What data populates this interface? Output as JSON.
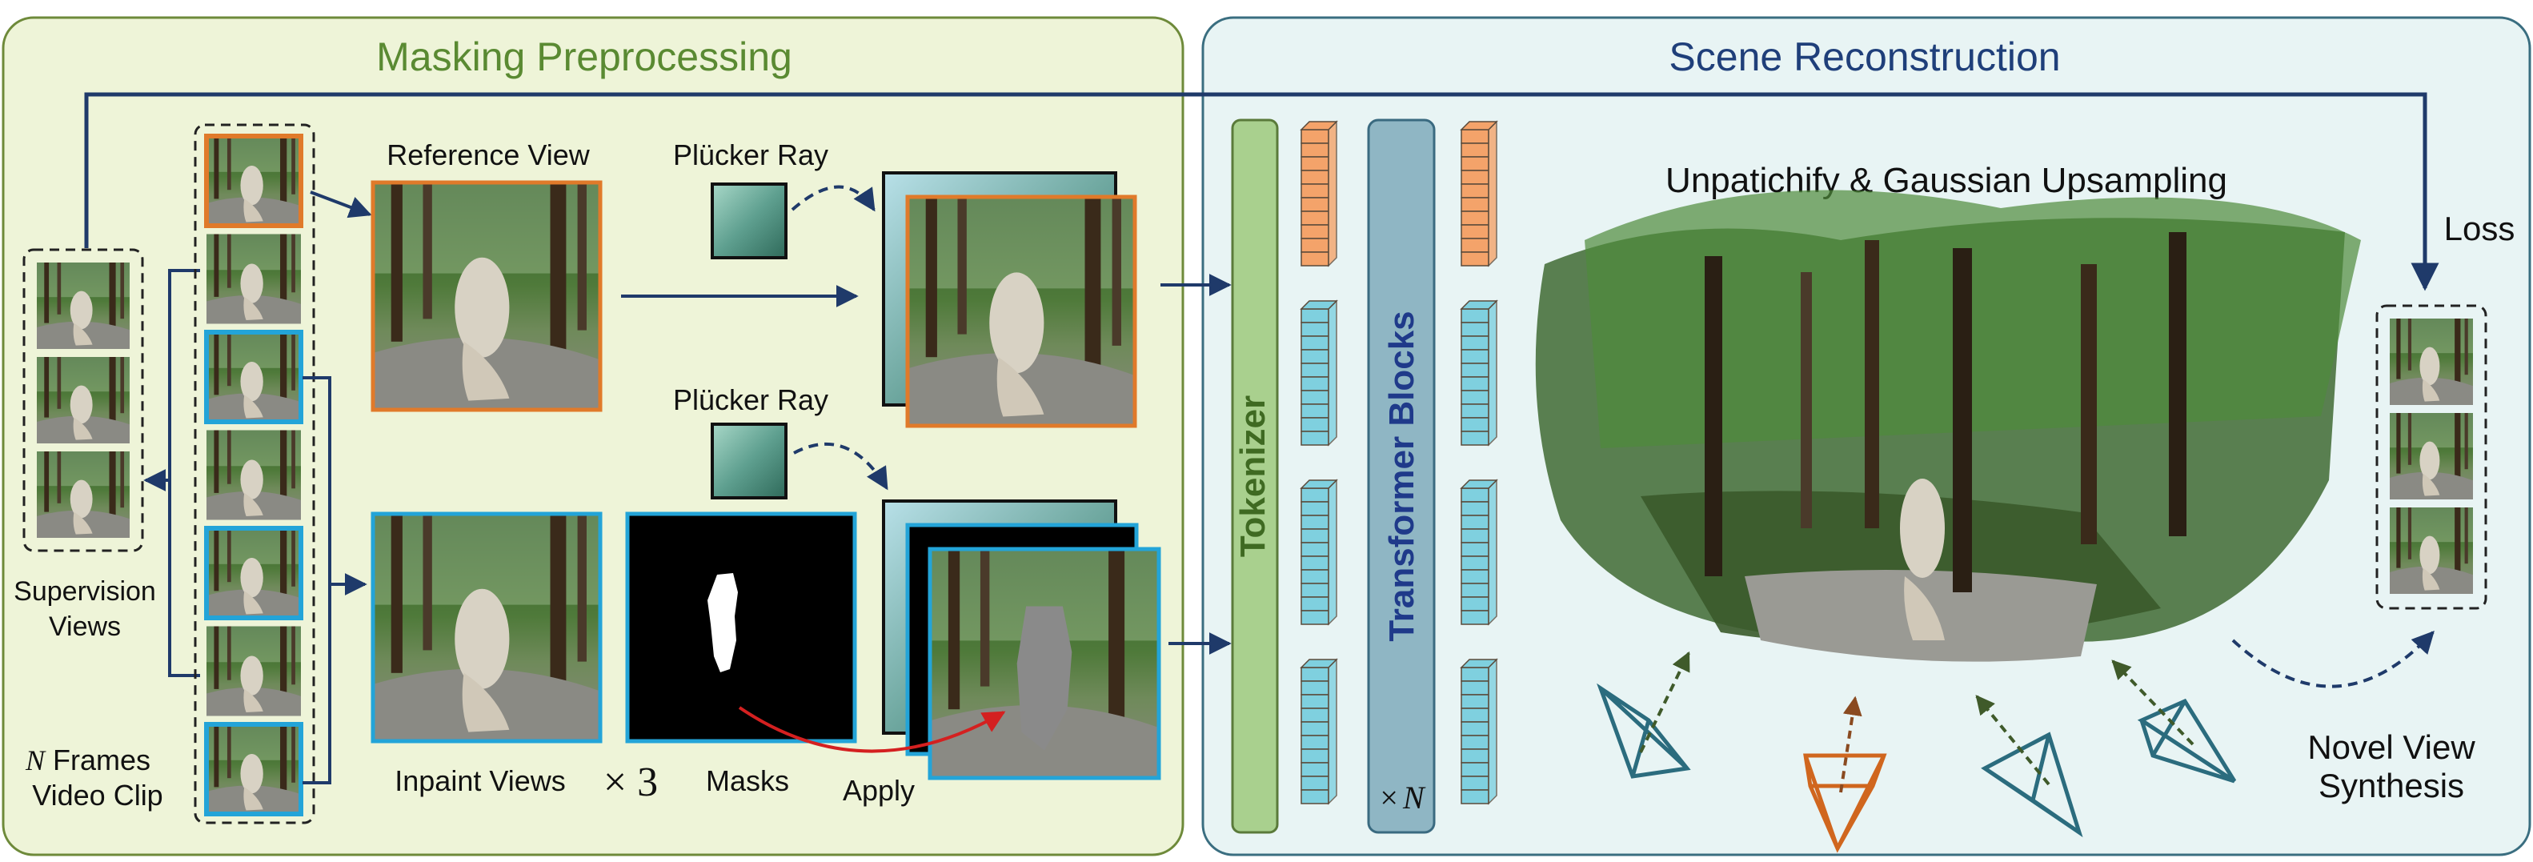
{
  "colors": {
    "left_panel_fill": "#eef4d8",
    "left_panel_stroke": "#6e8a3a",
    "right_panel_fill": "#e8f4f4",
    "right_panel_stroke": "#3a6e80",
    "left_title": "#5a8a32",
    "right_title": "#1f3f7a",
    "arrow": "#1f3a6a",
    "orange": "#e07a2a",
    "blue": "#23a4d8",
    "teal": "#2b6c7e",
    "token_orange": "#f4a36a",
    "token_blue": "#7fd0df",
    "tokenizer_fill": "#a9d08e",
    "transformer_fill": "#8fb6c4",
    "red_arrow": "#d42020"
  },
  "left_panel": {
    "title": "Masking Preprocessing",
    "supervision_label_1": "Supervision",
    "supervision_label_2": "Views",
    "frames_label_n": "N",
    "frames_label_1": " Frames",
    "frames_label_2": "Video Clip",
    "reference_label": "Reference View",
    "plucker_top": "Plücker Ray",
    "plucker_bottom": "Plücker Ray",
    "inpaint_label": "Inpaint Views",
    "times_three": "× 3",
    "masks_label": "Masks",
    "apply_label": "Apply"
  },
  "right_panel": {
    "title": "Scene Reconstruction",
    "tokenizer": "Tokenizer",
    "transformer": "Transformer Blocks",
    "times_n_symbol": "×",
    "times_n_var": "N",
    "upsampling": "Unpatichify & Gaussian Upsampling",
    "loss": "Loss",
    "novel_1": "Novel View",
    "novel_2": "Synthesis"
  },
  "video_frames": [
    "orange",
    "plain",
    "blue",
    "plain",
    "blue",
    "plain",
    "blue"
  ]
}
